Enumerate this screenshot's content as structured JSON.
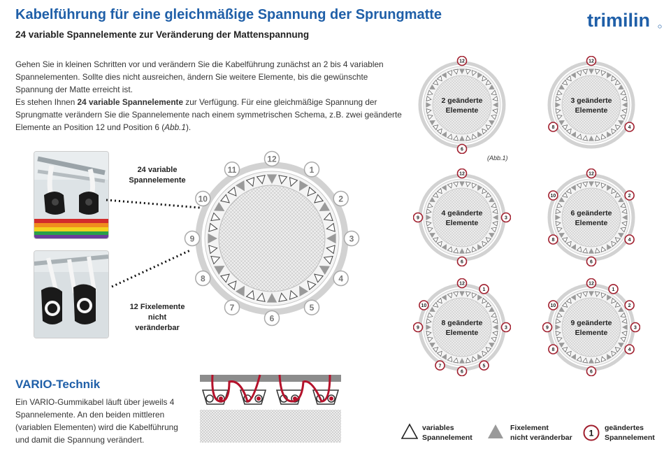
{
  "header": {
    "title": "Kabelführung für eine gleichmäßige Spannung der Sprungmatte",
    "subtitle": "24 variable Spannelemente zur Veränderung der Mattenspannung",
    "logo_text": "trimilin"
  },
  "intro": {
    "p1": "Gehen Sie in kleinen Schritten vor und verändern Sie die Kabelführung zunächst an 2 bis 4 variablen Spannelementen. Sollte dies nicht ausreichen, ändern Sie weitere  Elemente, bis die gewünschte Spannung der Matte erreicht ist.",
    "p2_before": "Es stehen Ihnen ",
    "p2_bold": "24 variable Spannelemente",
    "p2_after": " zur Verfügung. Für eine gleichmäßige Spannung der Sprungmatte verändern Sie die Spannelemente nach einem symmetrischen Schema, z.B. zwei geänderte Elemente an Position 12 und Position 6 (",
    "p2_italic": "Abb.1",
    "p2_end": ")."
  },
  "labels": {
    "variable": "24 variable\nSpannelemente",
    "fixed": "12 Fixelemente\nnicht\nveränderbar"
  },
  "big_diagram": {
    "positions": [
      "1",
      "2",
      "3",
      "4",
      "5",
      "6",
      "7",
      "8",
      "9",
      "10",
      "11",
      "12"
    ]
  },
  "small_diagrams": [
    {
      "label_line1": "2 geänderte",
      "label_line2": "Elemente",
      "changed": [
        "12",
        "6"
      ]
    },
    {
      "label_line1": "3 geänderte",
      "label_line2": "Elemente",
      "changed": [
        "12",
        "4",
        "8"
      ]
    },
    {
      "label_line1": "4 geänderte",
      "label_line2": "Elemente",
      "changed": [
        "12",
        "3",
        "6",
        "9"
      ]
    },
    {
      "label_line1": "6 geänderte",
      "label_line2": "Elemente",
      "changed": [
        "12",
        "2",
        "4",
        "6",
        "8",
        "10"
      ]
    },
    {
      "label_line1": "8 geänderte",
      "label_line2": "Elemente",
      "changed": [
        "12",
        "1",
        "3",
        "5",
        "6",
        "7",
        "9",
        "10"
      ]
    },
    {
      "label_line1": "9 geänderte",
      "label_line2": "Elemente",
      "changed": [
        "12",
        "1",
        "2",
        "3",
        "4",
        "6",
        "8",
        "9",
        "10"
      ]
    }
  ],
  "caption": "(Abb.1)",
  "vario": {
    "heading": "VARIO-Technik",
    "text": "Ein VARIO-Gummikabel läuft über jeweils 4 Spannelemente. An den beiden mittleren (variablen Elementen) wird die Kabelführung und damit die Spannung verändert."
  },
  "legend": [
    {
      "icon": "triangle-outline-icon",
      "line1": "variables",
      "line2": "Spannelement"
    },
    {
      "icon": "triangle-filled-icon",
      "line1": "Fixelement",
      "line2": "nicht veränderbar"
    },
    {
      "icon": "circled-number-icon",
      "number": "1",
      "line1": "geändertes",
      "line2": "Spannelement"
    }
  ],
  "colors": {
    "title_blue": "#1f5fa8",
    "marker_red": "#a01e2d",
    "ring_gray": "#c8c8c8",
    "fixed_gray": "#9a9a9a"
  }
}
